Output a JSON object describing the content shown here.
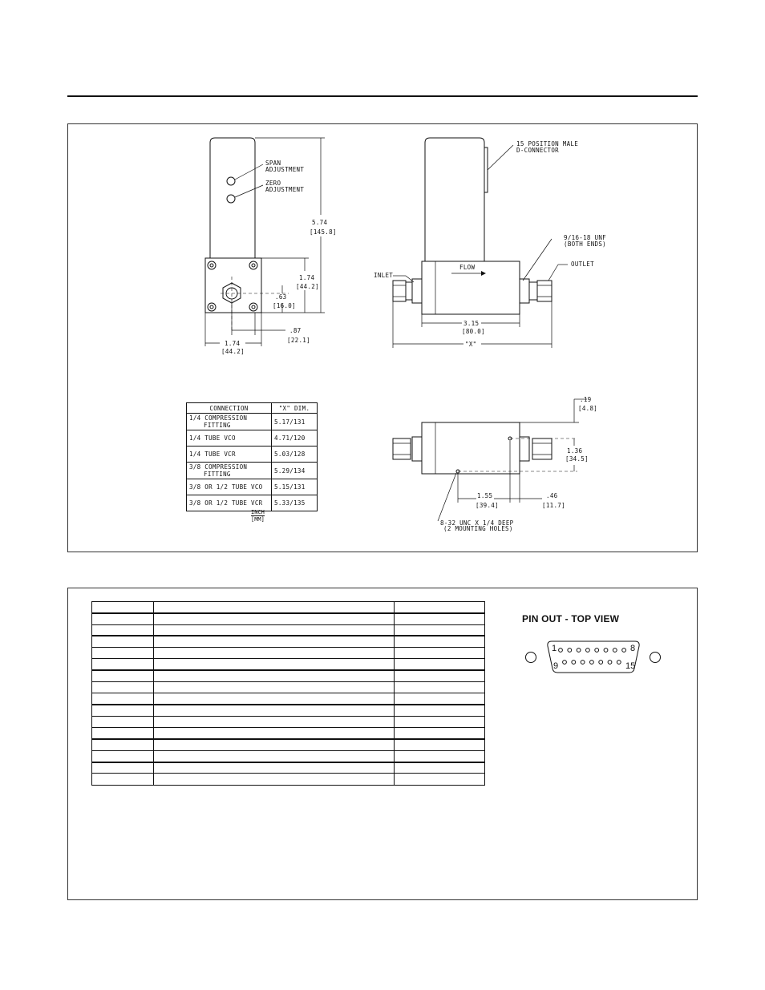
{
  "side_view": {
    "span_label_1": "SPAN",
    "span_label_2": "ADJUSTMENT",
    "zero_label_1": "ZERO",
    "zero_label_2": "ADJUSTMENT",
    "height_in": "5.74",
    "height_mm": "[145.8]",
    "base_h_in": "1.74",
    "base_h_mm": "[44.2]",
    "port_h_in": ".63",
    "port_h_mm": "[16.0]",
    "port_off_in": ".87",
    "port_off_mm": "[22.1]",
    "base_w_in": "1.74",
    "base_w_mm": "[44.2]"
  },
  "front_view": {
    "connector_1": "15 POSITION MALE",
    "connector_2": "D-CONNECTOR",
    "thread_1": "9/16-18 UNF",
    "thread_2": "(BOTH ENDS)",
    "flow": "FLOW",
    "inlet": "INLET",
    "outlet": "OUTLET",
    "body_len_in": "3.15",
    "body_len_mm": "[80.0]",
    "x_dim": "\"X\""
  },
  "connection_table": {
    "headers": [
      "CONNECTION",
      "\"X\" DIM."
    ],
    "rows": [
      {
        "line1": "1/4 COMPRESSION",
        "line2": "FITTING",
        "dim": "5.17/131"
      },
      {
        "line1": "1/4 TUBE VCO",
        "line2": "",
        "dim": "4.71/120"
      },
      {
        "line1": "1/4 TUBE VCR",
        "line2": "",
        "dim": "5.03/128"
      },
      {
        "line1": "3/8 COMPRESSION",
        "line2": "FITTING",
        "dim": "5.29/134"
      },
      {
        "line1": "3/8 OR 1/2 TUBE VCO",
        "line2": "",
        "dim": "5.15/131"
      },
      {
        "line1": "3/8 OR 1/2 TUBE VCR",
        "line2": "",
        "dim": "5.33/135"
      }
    ],
    "unit_top": "INCH",
    "unit_bottom": "[MM]"
  },
  "bottom_view": {
    "top_off_in": ".19",
    "top_off_mm": "[4.8]",
    "hole_sp_in": "1.36",
    "hole_sp_mm": "[34.5]",
    "hole_x_in": "1.55",
    "hole_x_mm": "[39.4]",
    "end_off_in": ".46",
    "end_off_mm": "[11.7]",
    "holes_1": "8-32 UNC X 1/4 DEEP",
    "holes_2": "(2 MOUNTING HOLES)"
  },
  "pinout": {
    "title": "PIN OUT - TOP VIEW",
    "pin_1": "1",
    "pin_8": "8",
    "pin_9": "9",
    "pin_15": "15",
    "table_rows": 16
  }
}
